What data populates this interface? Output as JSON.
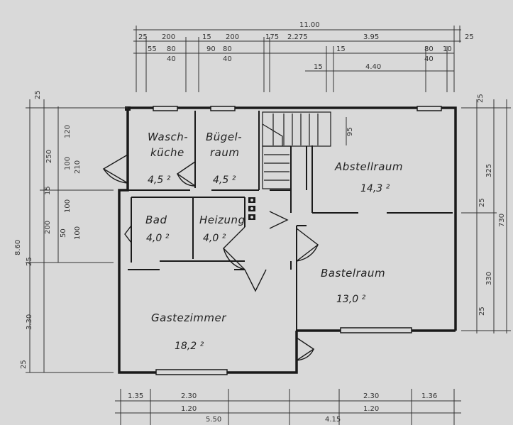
{
  "rooms": [
    {
      "id": "waschkueche",
      "name_line1": "Wasch-",
      "name_line2": "küche",
      "area": "4,5 ²"
    },
    {
      "id": "buegelraum",
      "name_line1": "Bügel-",
      "name_line2": "raum",
      "area": "4,5 ²"
    },
    {
      "id": "abstellraum",
      "name": "Abstellraum",
      "area": "14,3 ²"
    },
    {
      "id": "bad",
      "name": "Bad",
      "area": "4,0 ²"
    },
    {
      "id": "heizung",
      "name": "Heizung",
      "area": "4,0 ²"
    },
    {
      "id": "bastelraum",
      "name": "Bastelraum",
      "area": "13,0 ²"
    },
    {
      "id": "gastezimmer",
      "name": "Gastezimmer",
      "area": "18,2 ²"
    }
  ],
  "dimensions": {
    "top_total": "11.00",
    "top_row1": [
      "25",
      "200",
      "15",
      "200",
      "175",
      "2.275",
      "3.95",
      "25"
    ],
    "top_row2": [
      "55",
      "80",
      "40",
      "90",
      "80",
      "40",
      "15",
      "80",
      "10",
      "40"
    ],
    "top_row3": [
      "15",
      "4.40"
    ],
    "left_total": "8.60",
    "left_row": [
      "25",
      "120",
      "250",
      "100",
      "210",
      "15",
      "100",
      "200",
      "50",
      "100",
      "25",
      "3.30",
      "25"
    ],
    "right_row": [
      "25",
      "95",
      "325",
      "25",
      "730",
      "330",
      "25"
    ],
    "bottom_row1": [
      "1.35",
      "2.30",
      "1.20",
      "2.30",
      "1.20",
      "1.36"
    ],
    "bottom_row2": [
      "5.50",
      "4.15"
    ]
  }
}
